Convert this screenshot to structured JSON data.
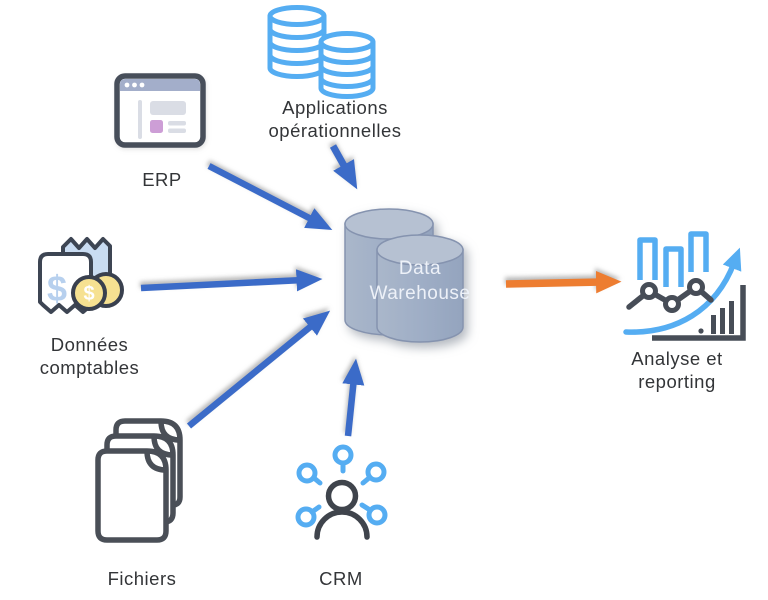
{
  "diagram": {
    "type": "data-flow-diagram",
    "nodes": {
      "applications": {
        "label": "Applications\nopérationnelles",
        "icon": "database-stack-icon"
      },
      "erp": {
        "label": "ERP",
        "icon": "browser-window-icon"
      },
      "donnees_comptables": {
        "label": "Données\ncomptables",
        "icon": "receipt-coins-icon"
      },
      "fichiers": {
        "label": "Fichiers",
        "icon": "documents-stack-icon"
      },
      "crm": {
        "label": "CRM",
        "icon": "people-network-icon"
      },
      "data_warehouse": {
        "label": "Data\nWarehouse",
        "icon": "database-cylinders"
      },
      "analyse_reporting": {
        "label": "Analyse et\nreporting",
        "icon": "chart-growth-icon"
      }
    },
    "glyphs": {
      "receipt_currency": "$",
      "coin_currency": "$"
    },
    "flows": [
      {
        "from": "Applications opérationnelles",
        "to": "Data Warehouse",
        "color": "#3B6BC8"
      },
      {
        "from": "ERP",
        "to": "Data Warehouse",
        "color": "#3B6BC8"
      },
      {
        "from": "Données comptables",
        "to": "Data Warehouse",
        "color": "#3B6BC8"
      },
      {
        "from": "Fichiers",
        "to": "Data Warehouse",
        "color": "#3B6BC8"
      },
      {
        "from": "CRM",
        "to": "Data Warehouse",
        "color": "#3B6BC8"
      },
      {
        "from": "Data Warehouse",
        "to": "Analyse et reporting",
        "color": "#ED7D31"
      }
    ],
    "colors": {
      "source_arrow_blue": "#3B6BC8",
      "output_arrow_orange": "#ED7D31",
      "icon_light_blue": "#55ADF2",
      "icon_dark_gray": "#4A4F57",
      "warehouse_fill": "#9FAEC6",
      "background": "#FFFFFF"
    }
  }
}
